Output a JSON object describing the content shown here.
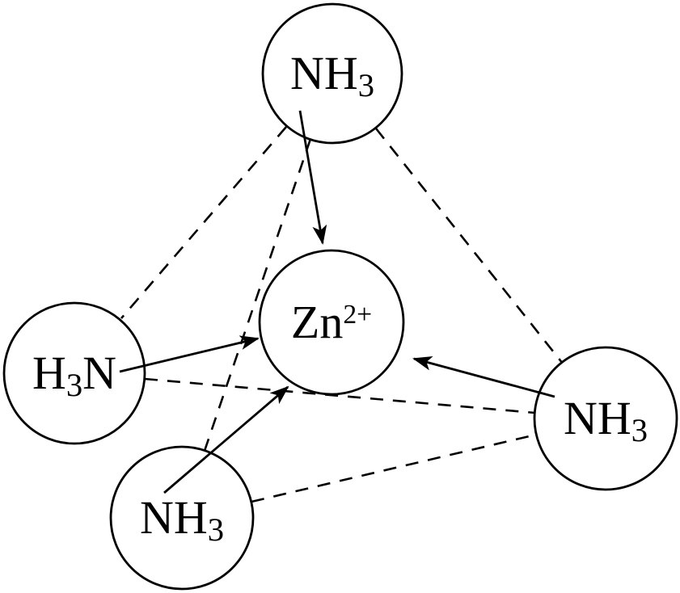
{
  "diagram": {
    "background_color": "#ffffff",
    "stroke_color": "#000000"
  },
  "nodes": {
    "center": {
      "main": "Zn",
      "sup": "2+"
    },
    "top": {
      "main": "NH",
      "sub": "3"
    },
    "left": {
      "pre": "H",
      "sub": "3",
      "post": "N"
    },
    "bottom": {
      "main": "NH",
      "sub": "3"
    },
    "right": {
      "main": "NH",
      "sub": "3"
    }
  },
  "bonds": {
    "dative_arrows": [
      {
        "from": "top",
        "to": "center"
      },
      {
        "from": "left",
        "to": "center"
      },
      {
        "from": "bottom",
        "to": "center"
      },
      {
        "from": "right",
        "to": "center"
      }
    ],
    "dashed_edges": [
      {
        "from": "top",
        "to": "left"
      },
      {
        "from": "top",
        "to": "right"
      },
      {
        "from": "top",
        "to": "bottom"
      },
      {
        "from": "left",
        "to": "right"
      },
      {
        "from": "bottom",
        "to": "right"
      }
    ]
  }
}
